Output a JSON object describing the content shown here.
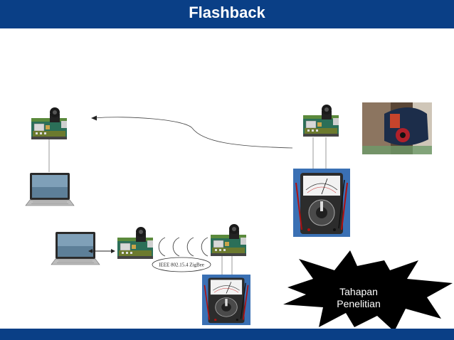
{
  "slide": {
    "title": "Flashback",
    "zigbee_label": "IEEE 802.15.4 ZigBee",
    "burst_line1": "Tahapan",
    "burst_line2": "Penelitian"
  },
  "colors": {
    "header": "#0a3f86",
    "burst": "#000000",
    "burst_text": "#ffffff"
  },
  "icons": [
    "sensor-node-icon",
    "laptop-icon",
    "multimeter-icon",
    "photo-thumbnail"
  ]
}
